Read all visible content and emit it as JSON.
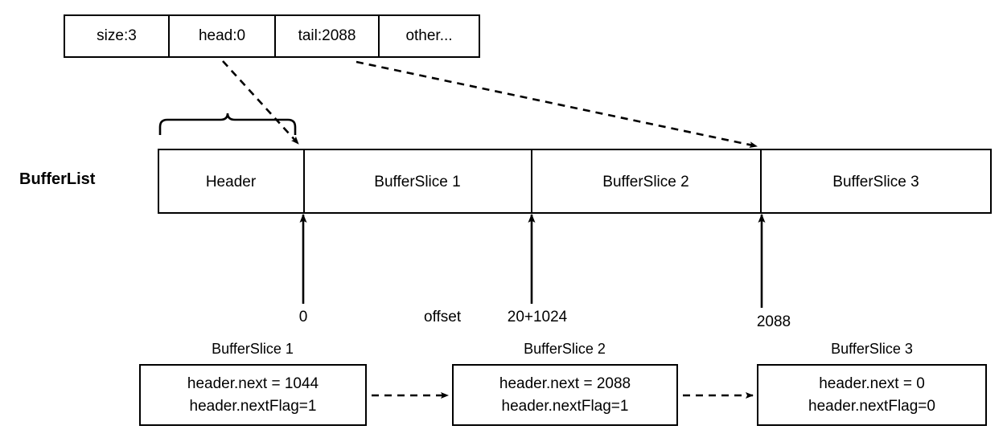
{
  "diagram": {
    "title_label": "BufferList",
    "header_table": {
      "cells": [
        {
          "label": "size:3"
        },
        {
          "label": "head:0"
        },
        {
          "label": "tail:2088"
        },
        {
          "label": "other..."
        }
      ]
    },
    "bufferlist": {
      "segments": [
        {
          "label": "Header"
        },
        {
          "label": "BufferSlice 1"
        },
        {
          "label": "BufferSlice 2"
        },
        {
          "label": "BufferSlice 3"
        }
      ]
    },
    "offsets": [
      {
        "label": "0"
      },
      {
        "label": "offset"
      },
      {
        "label": "20+1024"
      },
      {
        "label": "2088"
      }
    ],
    "nodes": [
      {
        "caption": "BufferSlice 1",
        "line1": "header.next = 1044",
        "line2": "header.nextFlag=1"
      },
      {
        "caption": "BufferSlice 2",
        "line1": "header.next = 2088",
        "line2": "header.nextFlag=1"
      },
      {
        "caption": "BufferSlice 3",
        "line1": "header.next = 0",
        "line2": "header.nextFlag=0"
      }
    ],
    "colors": {
      "stroke": "#000000",
      "background": "#ffffff"
    }
  }
}
